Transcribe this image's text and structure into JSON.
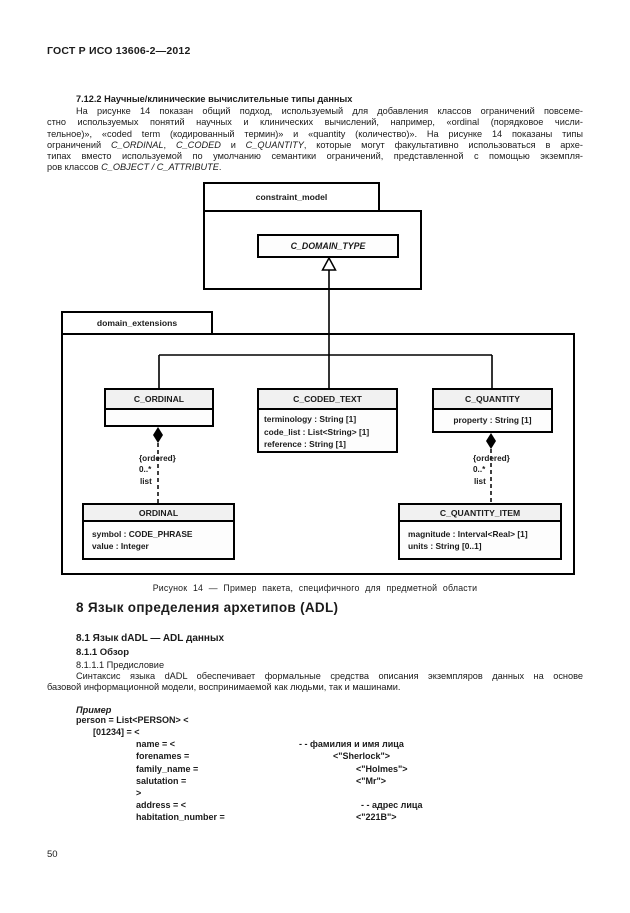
{
  "header": {
    "doc_code": "ГОСТ Р ИСО 13606-2—2012"
  },
  "page_number": "50",
  "section7": {
    "heading": "7.12.2 Научные/клинические вычислительные типы данных",
    "lines": {
      "l1": "На рисунке 14 показан общий подход, используемый для добавления классов ограничений повсеме-",
      "l2": "стно используемых понятий научных и клинических вычислений, например, «ordinal (порядковое числи-",
      "l3": "тельное)», «coded term (кодированный термин)» и «quantity (количество)». На рисунке 14 показаны типы",
      "l4a": "ограничений ",
      "l4b": "C_ORDINAL",
      "l4c": ", ",
      "l4d": "C_CODED",
      "l4e": " и ",
      "l4f": "C_QUANTITY",
      "l4g": ", которые могут факультативно использоваться в архе-",
      "l5": "типах вместо используемой по умолчанию семантики ограничений, представленной с помощью экземпля-",
      "l6a": "ров классов ",
      "l6b": "C_OBJECT / C_ATTRIBUTE",
      "l6c": "."
    }
  },
  "diagram": {
    "constraint_model": {
      "label": "constraint_model",
      "class_label": "C_DOMAIN_TYPE"
    },
    "domain_extensions": {
      "label": "domain_extensions"
    },
    "c_ordinal": {
      "name": "C_ORDINAL"
    },
    "c_coded_text": {
      "name": "C_CODED_TEXT",
      "attrs": [
        "terminology : String [1]",
        "code_list : List<String> [1]",
        "reference : String [1]"
      ]
    },
    "c_quantity": {
      "name": "C_QUANTITY",
      "attr": "property : String [1]"
    },
    "ordinal": {
      "name": "ORDINAL",
      "attrs": [
        "symbol : CODE_PHRASE",
        "value : Integer"
      ]
    },
    "c_quantity_item": {
      "name": "C_QUANTITY_ITEM",
      "attrs": [
        "magnitude : Interval<Real> [1]",
        "units : String [0..1]"
      ]
    },
    "left_link": {
      "constraint": "{ordered}",
      "multiplicity": "0..*",
      "role": "list"
    },
    "right_link": {
      "constraint": "{ordered}",
      "multiplicity": "0..*",
      "role": "list"
    },
    "caption": "Рисунок 14 — Пример пакета, специфичного для предметной области",
    "line_color": "#000000"
  },
  "section8": {
    "title": "8 Язык определения архетипов (ADL)",
    "h81": "8.1 Язык dADL — ADL данных",
    "h811": "8.1.1 Обзор",
    "h8111": "8.1.1.1 Предисловие",
    "para_l1": "Синтаксис языка dADL обеспечивает формальные средства описания экземпляров данных на основе",
    "para_l2": "базовой информационной модели, воспринимаемой как людьми, так и машинами."
  },
  "example": {
    "label": "Пример",
    "lines": [
      {
        "code": "person = List<PERSON> <",
        "comment": ""
      },
      {
        "code": "[01234] = <",
        "comment": ""
      },
      {
        "code": "name = <",
        "comment": "- - фамилия и имя лица"
      },
      {
        "code": "forenames =",
        "comment": "<\"Sherlock\">"
      },
      {
        "code": "family_name =",
        "comment": "<\"Holmes\">"
      },
      {
        "code": "salutation =",
        "comment": "<\"Mr\">"
      },
      {
        "code": ">",
        "comment": ""
      },
      {
        "code": "address = <",
        "comment": "- - адрес лица"
      },
      {
        "code": "habitation_number =",
        "comment": "<\"221B\">"
      }
    ]
  }
}
